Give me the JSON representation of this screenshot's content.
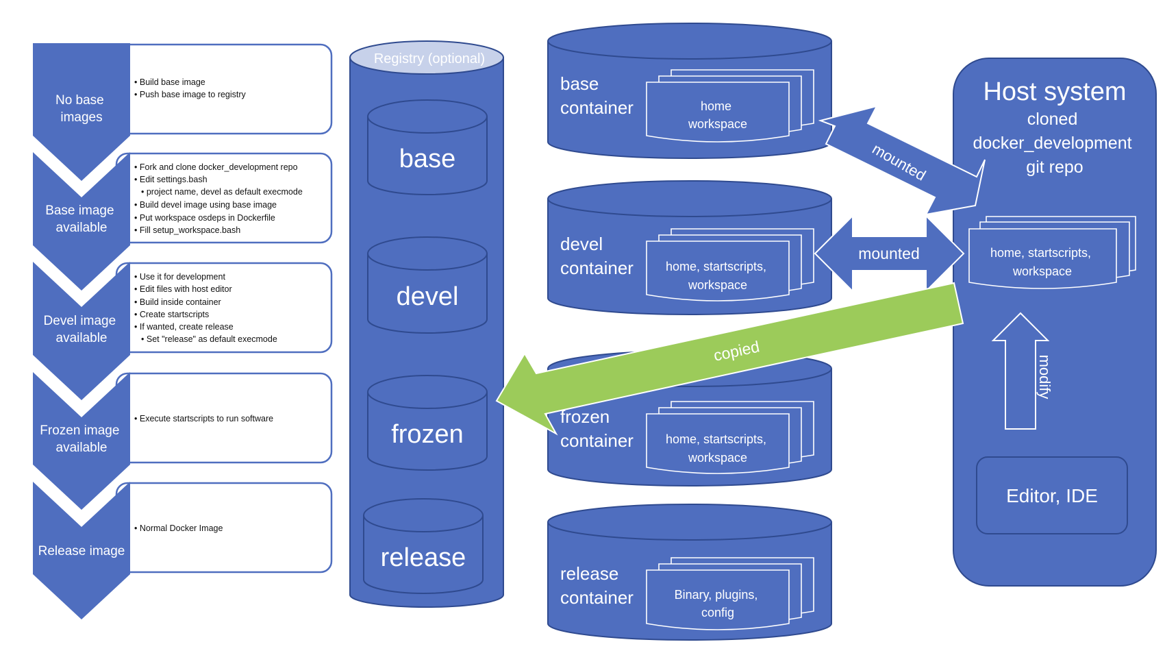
{
  "colors": {
    "primary": "#4f6ebf",
    "primary_dark": "#2f4a8f",
    "cylinder_top": "#c7d1ea",
    "green_arrow": "#9ccb5a"
  },
  "steps": [
    {
      "label_lines": [
        "No base",
        "images"
      ],
      "bullets": [
        {
          "text": "Build base image",
          "level": 1
        },
        {
          "text": "Push base image to registry",
          "level": 1
        }
      ]
    },
    {
      "label_lines": [
        "Base image",
        "available"
      ],
      "bullets": [
        {
          "text": "Fork and clone docker_development repo",
          "level": 1
        },
        {
          "text": "Edit settings.bash",
          "level": 1
        },
        {
          "text": "project name, devel as default execmode",
          "level": 2
        },
        {
          "text": "Build devel image using base image",
          "level": 1
        },
        {
          "text": "Put workspace osdeps in Dockerfile",
          "level": 1
        },
        {
          "text": "Fill setup_workspace.bash",
          "level": 1
        }
      ]
    },
    {
      "label_lines": [
        "Devel image",
        "available"
      ],
      "bullets": [
        {
          "text": "Use it for development",
          "level": 1
        },
        {
          "text": "Edit files with host editor",
          "level": 1
        },
        {
          "text": "Build inside container",
          "level": 1
        },
        {
          "text": "Create startscripts",
          "level": 1
        },
        {
          "text": "If wanted, create release",
          "level": 1
        },
        {
          "text": "Set \"release\" as default execmode",
          "level": 2
        }
      ]
    },
    {
      "label_lines": [
        "Frozen image",
        "available"
      ],
      "bullets": [
        {
          "text": "Execute startscripts to run software",
          "level": 1
        }
      ]
    },
    {
      "label_lines": [
        "Release image"
      ],
      "bullets": [
        {
          "text": "Normal Docker Image",
          "level": 1
        }
      ]
    }
  ],
  "registry": {
    "title": "Registry (optional)",
    "images": [
      "base",
      "devel",
      "frozen",
      "release"
    ]
  },
  "containers": [
    {
      "label_lines": [
        "base",
        "container"
      ],
      "doc_lines": [
        "home",
        "workspace"
      ]
    },
    {
      "label_lines": [
        "devel",
        "container"
      ],
      "doc_lines": [
        "home, startscripts,",
        "workspace"
      ]
    },
    {
      "label_lines": [
        "frozen",
        "container"
      ],
      "doc_lines": [
        "home, startscripts,",
        "workspace"
      ]
    },
    {
      "label_lines": [
        "release",
        "container"
      ],
      "doc_lines": [
        "Binary, plugins,",
        "config"
      ]
    }
  ],
  "host": {
    "title": "Host system",
    "subtitle_lines": [
      "cloned",
      "docker_development",
      "git repo"
    ],
    "doc_lines": [
      "home, startscripts,",
      "workspace"
    ],
    "editor": "Editor, IDE"
  },
  "arrows": {
    "mounted_diagonal": "mounted",
    "mounted_horizontal": "mounted",
    "copied": "copied",
    "modify": "modify"
  }
}
